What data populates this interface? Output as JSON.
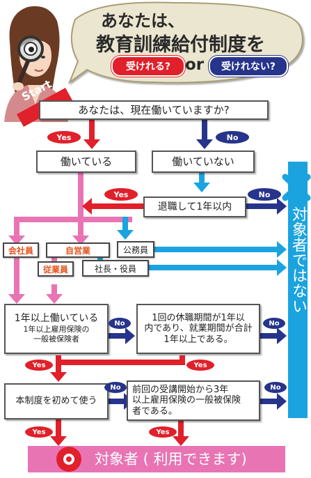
{
  "header": {
    "line1": "あなたは、",
    "line2": "教育訓練給付制度を",
    "badge_left": "受けれる?",
    "or": "or",
    "badge_right": "受けれない?"
  },
  "start_label": "Start",
  "colors": {
    "yes": "#e0202a",
    "no": "#27348b",
    "pink": "#e874b4",
    "cyan": "#1ba3e0",
    "target_banner": "#e874b4"
  },
  "nodes": {
    "q_working": "あなたは、現在働いていますか?",
    "working": "働いている",
    "not_working": "働いていない",
    "retired": "退職して1年以内",
    "company_employee": "会社員",
    "self_employed": "自営業",
    "public_servant": "公務員",
    "employee": "従業員",
    "president_officer": "社長・役員",
    "work_1yr_line1": "1年以上働いている",
    "work_1yr_line2": "1年以上雇用保険の",
    "work_1yr_line3": "一般被保険者",
    "leave_line1": "1回の休職期間が1年以",
    "leave_line2": "内であり、就業期間が合計",
    "leave_line3": "1年以上である。",
    "first_time": "本制度を初めて使う",
    "prev_line1": "前回の受講開始から3年",
    "prev_line2": "以上雇用保険の一般被保険",
    "prev_line3": "者である。"
  },
  "not_eligible": "対象者ではない",
  "eligible": "対象者 ( 利用できます)",
  "labels": {
    "yes": "Yes",
    "no": "No"
  },
  "icons": [
    "magnifier-woman-illustration",
    "x-mark-icon",
    "circle-icon"
  ]
}
